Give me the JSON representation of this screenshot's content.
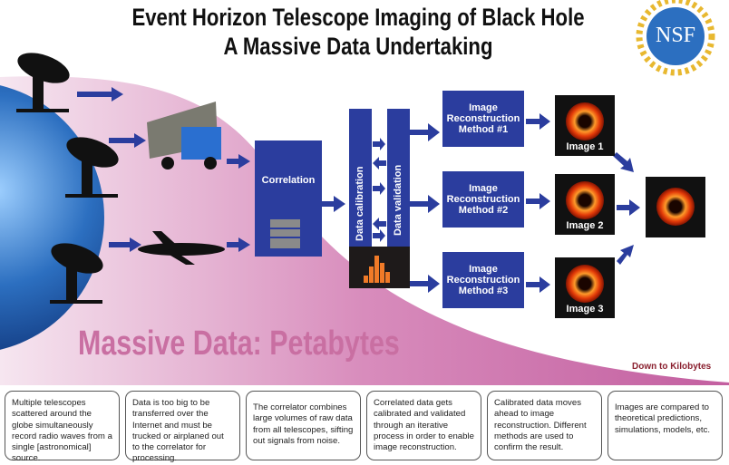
{
  "title": {
    "line1": "Event Horizon Telescope Imaging of Black Hole",
    "line2": "A Massive Data Undertaking"
  },
  "logo": {
    "text": "NSF"
  },
  "diagram": {
    "correlation": "Correlation",
    "calibration": "Data calibration",
    "validation": "Data validation",
    "methods": [
      "Image Reconstruction Method #1",
      "Image Reconstruction Method #2",
      "Image Reconstruction Method #3"
    ],
    "images": [
      "Image 1",
      "Image 2",
      "Image 3"
    ],
    "massive": "Massive Data: Petabytes",
    "kilobytes": "Down to Kilobytes"
  },
  "notes": [
    "Multiple telescopes scattered around the globe simultaneously record radio waves from a single [astronomical] source.",
    "Data is too big to be transferred over the Internet and must be trucked or airplaned out to the correlator for processing.",
    "The correlator combines large volumes of raw data from all telescopes, sifting out signals from noise.",
    "Correlated data gets calibrated and validated through an iterative process in order to enable image reconstruction.",
    "Calibrated data moves ahead to image reconstruction. Different methods are used to confirm the result.",
    "Images are compared to theoretical predictions, simulations, models, etc."
  ],
  "colors": {
    "box": "#2b3d9e",
    "pink": "#c96fa2",
    "globe": "#2c6fc0"
  }
}
